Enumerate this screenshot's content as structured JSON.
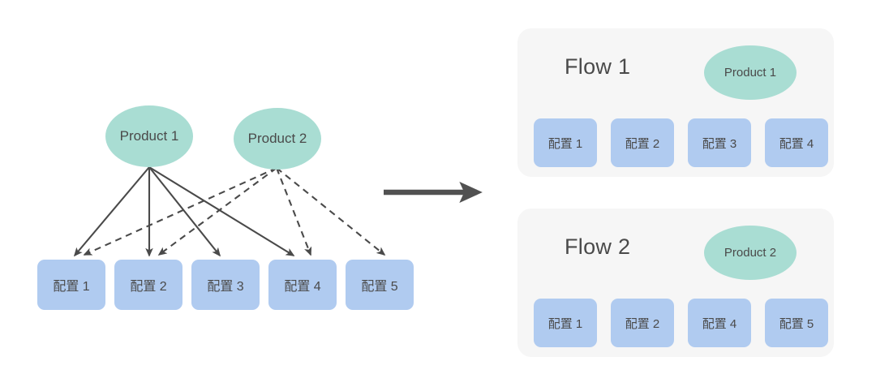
{
  "colors": {
    "ellipse_fill": "#a9ddd3",
    "box_fill": "#b0cbf0",
    "panel_bg": "#f6f6f6",
    "text": "#4a4a4a",
    "arrow": "#4a4a4a",
    "big_arrow": "#515151",
    "page_bg": "#ffffff"
  },
  "left": {
    "products": [
      {
        "label": "Product 1",
        "line_style": "solid"
      },
      {
        "label": "Product 2",
        "line_style": "dashed"
      }
    ],
    "configs": [
      {
        "label": "配置 1"
      },
      {
        "label": "配置 2"
      },
      {
        "label": "配置 3"
      },
      {
        "label": "配置 4"
      },
      {
        "label": "配置 5"
      }
    ],
    "edges": [
      {
        "from": "Product 1",
        "to": "配置 1",
        "style": "solid"
      },
      {
        "from": "Product 1",
        "to": "配置 2",
        "style": "solid"
      },
      {
        "from": "Product 1",
        "to": "配置 3",
        "style": "solid"
      },
      {
        "from": "Product 1",
        "to": "配置 4",
        "style": "solid"
      },
      {
        "from": "Product 2",
        "to": "配置 1",
        "style": "dashed"
      },
      {
        "from": "Product 2",
        "to": "配置 2",
        "style": "dashed"
      },
      {
        "from": "Product 2",
        "to": "配置 4",
        "style": "dashed"
      },
      {
        "from": "Product 2",
        "to": "配置 5",
        "style": "dashed"
      }
    ]
  },
  "transform_arrow": {
    "name": "right-arrow",
    "direction": "right"
  },
  "right": {
    "flows": [
      {
        "title": "Flow 1",
        "product": "Product 1",
        "configs": [
          {
            "label": "配置 1"
          },
          {
            "label": "配置 2"
          },
          {
            "label": "配置 3"
          },
          {
            "label": "配置 4"
          }
        ]
      },
      {
        "title": "Flow 2",
        "product": "Product 2",
        "configs": [
          {
            "label": "配置 1"
          },
          {
            "label": "配置 2"
          },
          {
            "label": "配置 4"
          },
          {
            "label": "配置 5"
          }
        ]
      }
    ]
  }
}
